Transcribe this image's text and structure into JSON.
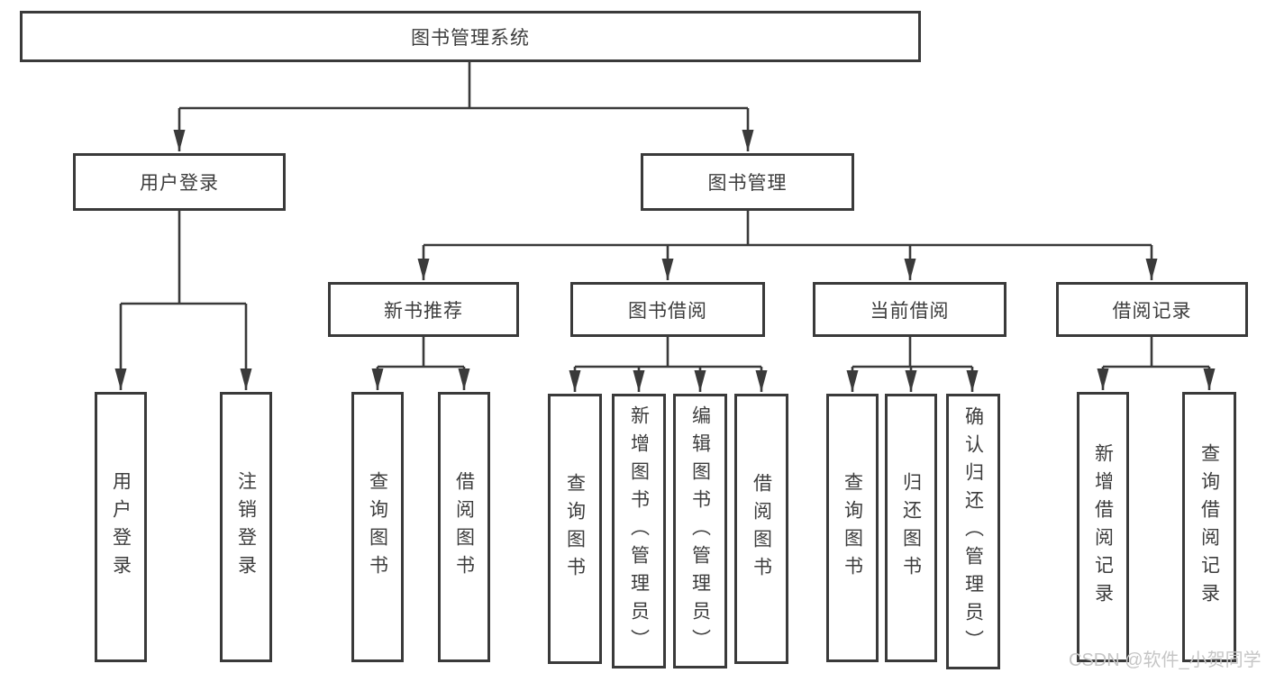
{
  "diagram": {
    "root": {
      "label": "图书管理系统"
    },
    "branches": [
      {
        "label": "用户登录",
        "children": [
          {
            "label": "用户登录"
          },
          {
            "label": "注销登录"
          }
        ]
      },
      {
        "label": "图书管理",
        "sections": [
          {
            "label": "新书推荐",
            "children": [
              {
                "label": "查询图书"
              },
              {
                "label": "借阅图书"
              }
            ]
          },
          {
            "label": "图书借阅",
            "children": [
              {
                "label": "查询图书"
              },
              {
                "label": "新增图书（管理员）"
              },
              {
                "label": "编辑图书（管理员）"
              },
              {
                "label": "借阅图书"
              }
            ]
          },
          {
            "label": "当前借阅",
            "children": [
              {
                "label": "查询图书"
              },
              {
                "label": "归还图书"
              },
              {
                "label": "确认归还（管理员）"
              }
            ]
          },
          {
            "label": "借阅记录",
            "children": [
              {
                "label": "新增借阅记录"
              },
              {
                "label": "查询借阅记录"
              }
            ]
          }
        ]
      }
    ]
  },
  "watermark": {
    "text": "CSDN @软件_小贺同学"
  },
  "colors": {
    "line": "#3a3a3a",
    "text": "#3d3d3d",
    "watermark": "#c6c6c6",
    "bg": "#ffffff"
  }
}
